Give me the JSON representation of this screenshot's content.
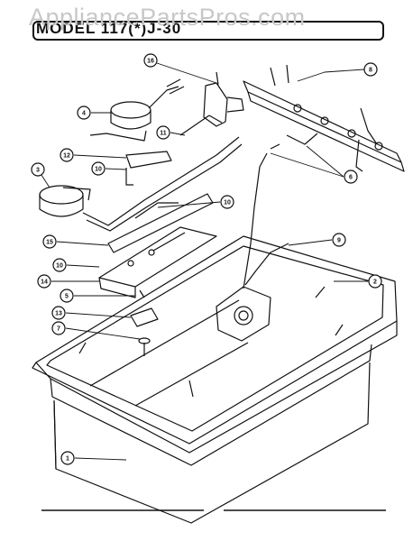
{
  "watermark": "AppliancePartsPros.com",
  "title": "MODEL 117(*)J-30",
  "callouts": [
    "16",
    "8",
    "4",
    "11",
    "12",
    "10",
    "6",
    "3",
    "10",
    "15",
    "9",
    "10",
    "2",
    "14",
    "5",
    "13",
    "7",
    "1"
  ]
}
